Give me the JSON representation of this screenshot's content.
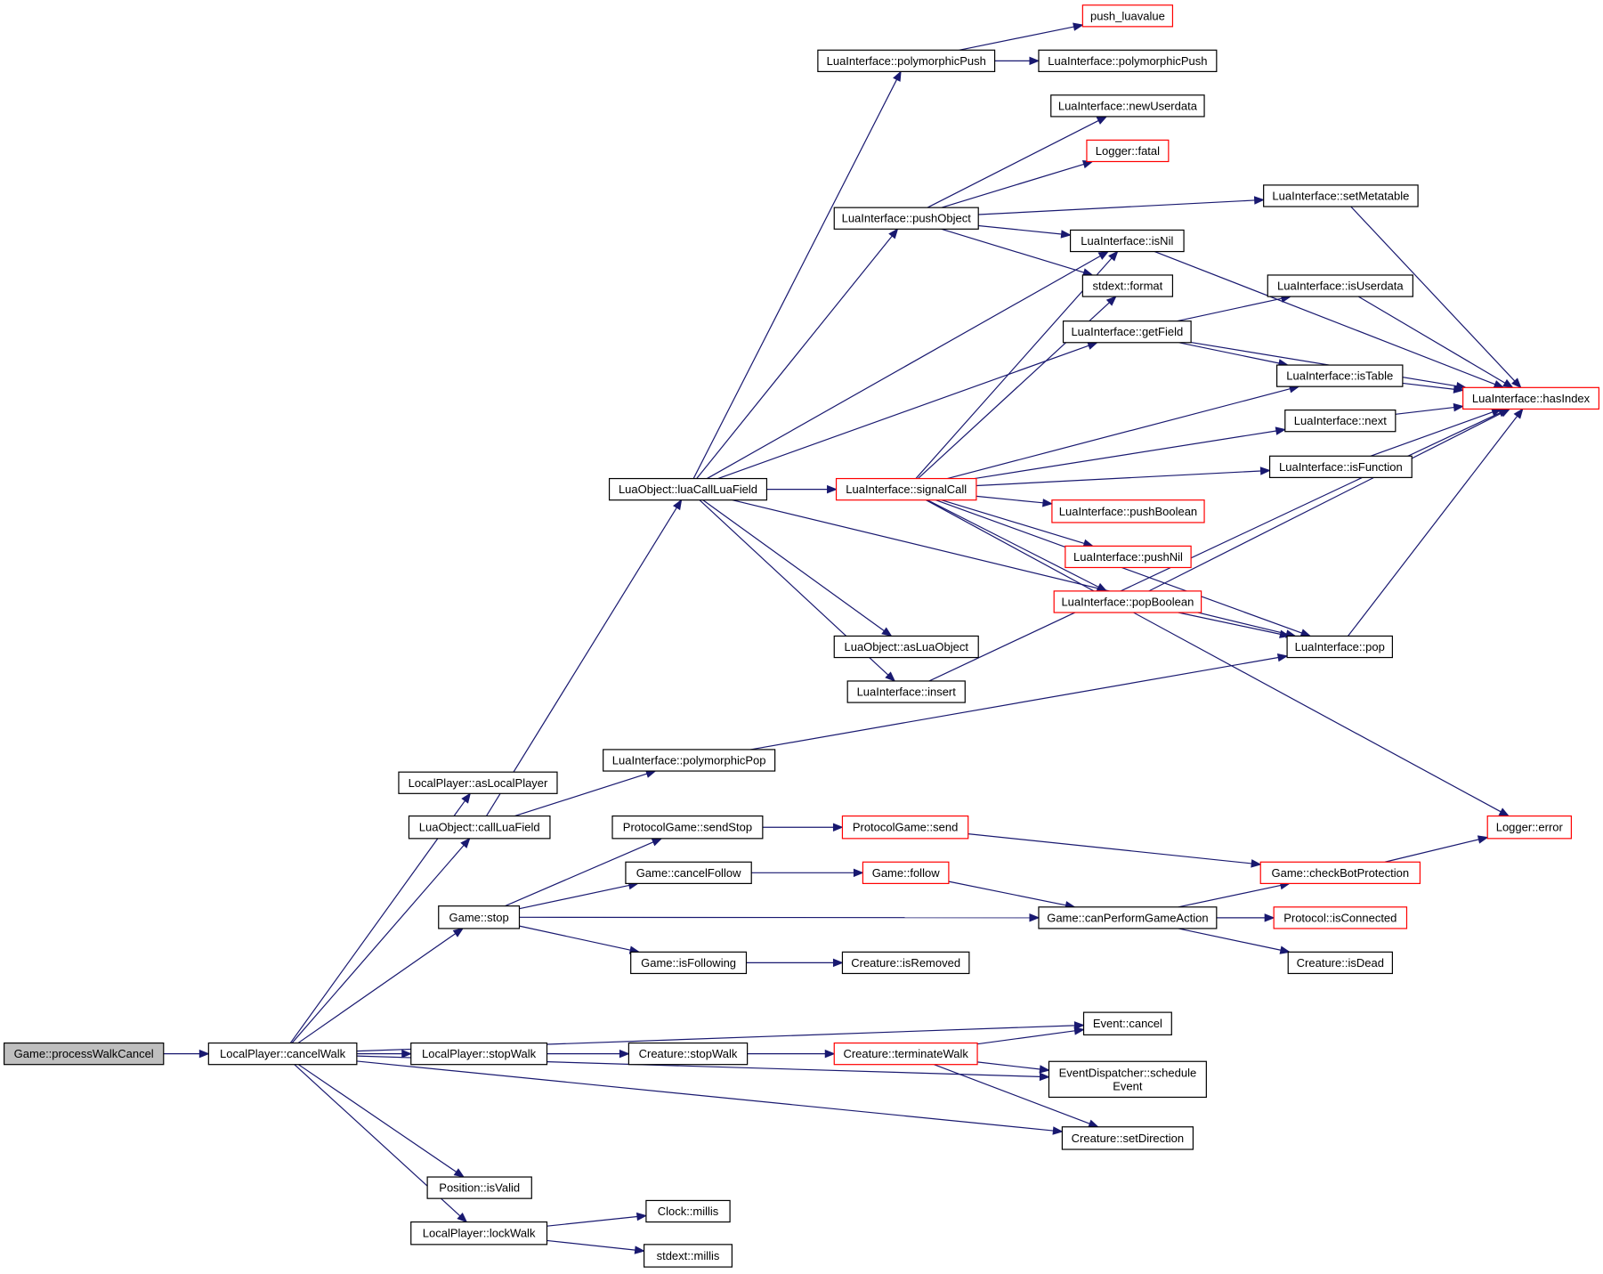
{
  "nodes": [
    {
      "id": "processWalkCancel",
      "lines": [
        "Game::processWalkCancel"
      ],
      "style": "root"
    },
    {
      "id": "cancelWalk",
      "lines": [
        "LocalPlayer::cancelWalk"
      ],
      "style": "normal"
    },
    {
      "id": "asLocalPlayer",
      "lines": [
        "LocalPlayer::asLocalPlayer"
      ],
      "style": "normal"
    },
    {
      "id": "callLuaField",
      "lines": [
        "LuaObject::callLuaField"
      ],
      "style": "normal"
    },
    {
      "id": "gameStop",
      "lines": [
        "Game::stop"
      ],
      "style": "normal"
    },
    {
      "id": "stopWalkLP",
      "lines": [
        "LocalPlayer::stopWalk"
      ],
      "style": "normal"
    },
    {
      "id": "posIsValid",
      "lines": [
        "Position::isValid"
      ],
      "style": "normal"
    },
    {
      "id": "lockWalk",
      "lines": [
        "LocalPlayer::lockWalk"
      ],
      "style": "normal"
    },
    {
      "id": "luaCallLuaField",
      "lines": [
        "LuaObject::luaCallLuaField"
      ],
      "style": "normal"
    },
    {
      "id": "polymorphicPop",
      "lines": [
        "LuaInterface::polymorphicPop"
      ],
      "style": "normal"
    },
    {
      "id": "sendStop",
      "lines": [
        "ProtocolGame::sendStop"
      ],
      "style": "normal"
    },
    {
      "id": "cancelFollow",
      "lines": [
        "Game::cancelFollow"
      ],
      "style": "normal"
    },
    {
      "id": "isFollowing",
      "lines": [
        "Game::isFollowing"
      ],
      "style": "normal"
    },
    {
      "id": "creatureStopWalk",
      "lines": [
        "Creature::stopWalk"
      ],
      "style": "normal"
    },
    {
      "id": "clockMillis",
      "lines": [
        "Clock::millis"
      ],
      "style": "normal"
    },
    {
      "id": "stdextMillis",
      "lines": [
        "stdext::millis"
      ],
      "style": "normal"
    },
    {
      "id": "polymorphicPush1",
      "lines": [
        "LuaInterface::polymorphicPush"
      ],
      "style": "normal"
    },
    {
      "id": "pushObject",
      "lines": [
        "LuaInterface::pushObject"
      ],
      "style": "normal"
    },
    {
      "id": "signalCall",
      "lines": [
        "LuaInterface::signalCall"
      ],
      "style": "red"
    },
    {
      "id": "asLuaObject",
      "lines": [
        "LuaObject::asLuaObject"
      ],
      "style": "normal"
    },
    {
      "id": "luaInsert",
      "lines": [
        "LuaInterface::insert"
      ],
      "style": "normal"
    },
    {
      "id": "pgSend",
      "lines": [
        "ProtocolGame::send"
      ],
      "style": "red"
    },
    {
      "id": "gameFollow",
      "lines": [
        "Game::follow"
      ],
      "style": "red"
    },
    {
      "id": "creatureIsRemoved",
      "lines": [
        "Creature::isRemoved"
      ],
      "style": "normal"
    },
    {
      "id": "terminateWalk",
      "lines": [
        "Creature::terminateWalk"
      ],
      "style": "red"
    },
    {
      "id": "pushLuavalue",
      "lines": [
        "push_luavalue"
      ],
      "style": "red"
    },
    {
      "id": "polymorphicPush2",
      "lines": [
        "LuaInterface::polymorphicPush"
      ],
      "style": "normal"
    },
    {
      "id": "newUserdata",
      "lines": [
        "LuaInterface::newUserdata"
      ],
      "style": "normal"
    },
    {
      "id": "loggerFatal",
      "lines": [
        "Logger::fatal"
      ],
      "style": "red"
    },
    {
      "id": "isNil",
      "lines": [
        "LuaInterface::isNil"
      ],
      "style": "normal"
    },
    {
      "id": "stdextFormat",
      "lines": [
        "stdext::format"
      ],
      "style": "normal"
    },
    {
      "id": "getField",
      "lines": [
        "LuaInterface::getField"
      ],
      "style": "normal"
    },
    {
      "id": "pushBoolean",
      "lines": [
        "LuaInterface::pushBoolean"
      ],
      "style": "red"
    },
    {
      "id": "pushNil",
      "lines": [
        "LuaInterface::pushNil"
      ],
      "style": "red"
    },
    {
      "id": "popBoolean",
      "lines": [
        "LuaInterface::popBoolean"
      ],
      "style": "red"
    },
    {
      "id": "luaPop",
      "lines": [
        "LuaInterface::pop"
      ],
      "style": "normal"
    },
    {
      "id": "canPerformGameAction",
      "lines": [
        "Game::canPerformGameAction"
      ],
      "style": "normal"
    },
    {
      "id": "eventCancel",
      "lines": [
        "Event::cancel"
      ],
      "style": "normal"
    },
    {
      "id": "scheduleEvent",
      "lines": [
        "EventDispatcher::schedule",
        "Event"
      ],
      "style": "normal"
    },
    {
      "id": "setDirection",
      "lines": [
        "Creature::setDirection"
      ],
      "style": "normal"
    },
    {
      "id": "setMetatable",
      "lines": [
        "LuaInterface::setMetatable"
      ],
      "style": "normal"
    },
    {
      "id": "isUserdata",
      "lines": [
        "LuaInterface::isUserdata"
      ],
      "style": "normal"
    },
    {
      "id": "isTable",
      "lines": [
        "LuaInterface::isTable"
      ],
      "style": "normal"
    },
    {
      "id": "luaNext",
      "lines": [
        "LuaInterface::next"
      ],
      "style": "normal"
    },
    {
      "id": "isFunction",
      "lines": [
        "LuaInterface::isFunction"
      ],
      "style": "normal"
    },
    {
      "id": "checkBotProtection",
      "lines": [
        "Game::checkBotProtection"
      ],
      "style": "red"
    },
    {
      "id": "isConnected",
      "lines": [
        "Protocol::isConnected"
      ],
      "style": "red"
    },
    {
      "id": "isDead",
      "lines": [
        "Creature::isDead"
      ],
      "style": "normal"
    },
    {
      "id": "hasIndex",
      "lines": [
        "LuaInterface::hasIndex"
      ],
      "style": "red"
    },
    {
      "id": "loggerError",
      "lines": [
        "Logger::error"
      ],
      "style": "red"
    }
  ],
  "edges": [
    [
      "processWalkCancel",
      "cancelWalk"
    ],
    [
      "cancelWalk",
      "asLocalPlayer"
    ],
    [
      "cancelWalk",
      "callLuaField"
    ],
    [
      "cancelWalk",
      "gameStop"
    ],
    [
      "cancelWalk",
      "stopWalkLP"
    ],
    [
      "cancelWalk",
      "posIsValid"
    ],
    [
      "cancelWalk",
      "lockWalk"
    ],
    [
      "cancelWalk",
      "eventCancel"
    ],
    [
      "cancelWalk",
      "scheduleEvent"
    ],
    [
      "cancelWalk",
      "setDirection"
    ],
    [
      "callLuaField",
      "luaCallLuaField"
    ],
    [
      "callLuaField",
      "polymorphicPop"
    ],
    [
      "luaCallLuaField",
      "polymorphicPush1"
    ],
    [
      "luaCallLuaField",
      "pushObject"
    ],
    [
      "luaCallLuaField",
      "isNil"
    ],
    [
      "luaCallLuaField",
      "getField"
    ],
    [
      "luaCallLuaField",
      "signalCall"
    ],
    [
      "luaCallLuaField",
      "asLuaObject"
    ],
    [
      "luaCallLuaField",
      "luaInsert"
    ],
    [
      "luaCallLuaField",
      "luaPop"
    ],
    [
      "polymorphicPush1",
      "pushLuavalue"
    ],
    [
      "polymorphicPush1",
      "polymorphicPush2"
    ],
    [
      "pushObject",
      "newUserdata"
    ],
    [
      "pushObject",
      "loggerFatal"
    ],
    [
      "pushObject",
      "setMetatable"
    ],
    [
      "pushObject",
      "isNil"
    ],
    [
      "pushObject",
      "stdextFormat"
    ],
    [
      "signalCall",
      "isNil"
    ],
    [
      "signalCall",
      "stdextFormat"
    ],
    [
      "signalCall",
      "isTable"
    ],
    [
      "signalCall",
      "luaNext"
    ],
    [
      "signalCall",
      "isFunction"
    ],
    [
      "signalCall",
      "pushBoolean"
    ],
    [
      "signalCall",
      "pushNil"
    ],
    [
      "signalCall",
      "popBoolean"
    ],
    [
      "signalCall",
      "luaPop"
    ],
    [
      "signalCall",
      "loggerError"
    ],
    [
      "getField",
      "isUserdata"
    ],
    [
      "getField",
      "isTable"
    ],
    [
      "getField",
      "hasIndex"
    ],
    [
      "setMetatable",
      "hasIndex"
    ],
    [
      "isNil",
      "hasIndex"
    ],
    [
      "isUserdata",
      "hasIndex"
    ],
    [
      "isTable",
      "hasIndex"
    ],
    [
      "luaNext",
      "hasIndex"
    ],
    [
      "isFunction",
      "hasIndex"
    ],
    [
      "popBoolean",
      "hasIndex"
    ],
    [
      "popBoolean",
      "luaPop"
    ],
    [
      "luaPop",
      "hasIndex"
    ],
    [
      "luaInsert",
      "hasIndex"
    ],
    [
      "polymorphicPop",
      "luaPop"
    ],
    [
      "gameStop",
      "sendStop"
    ],
    [
      "gameStop",
      "cancelFollow"
    ],
    [
      "gameStop",
      "canPerformGameAction"
    ],
    [
      "gameStop",
      "isFollowing"
    ],
    [
      "sendStop",
      "pgSend"
    ],
    [
      "pgSend",
      "checkBotProtection"
    ],
    [
      "cancelFollow",
      "gameFollow"
    ],
    [
      "gameFollow",
      "canPerformGameAction"
    ],
    [
      "canPerformGameAction",
      "checkBotProtection"
    ],
    [
      "canPerformGameAction",
      "isConnected"
    ],
    [
      "canPerformGameAction",
      "isDead"
    ],
    [
      "checkBotProtection",
      "loggerError"
    ],
    [
      "isFollowing",
      "creatureIsRemoved"
    ],
    [
      "stopWalkLP",
      "creatureStopWalk"
    ],
    [
      "creatureStopWalk",
      "terminateWalk"
    ],
    [
      "terminateWalk",
      "eventCancel"
    ],
    [
      "terminateWalk",
      "scheduleEvent"
    ],
    [
      "terminateWalk",
      "setDirection"
    ],
    [
      "lockWalk",
      "clockMillis"
    ],
    [
      "lockWalk",
      "stdextMillis"
    ]
  ]
}
